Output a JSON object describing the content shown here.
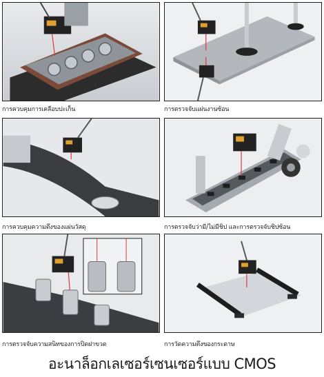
{
  "panels": [
    {
      "caption": "การควบคุมการเคลือบปะเก็น",
      "icon": "gasket-coating-scene"
    },
    {
      "caption": "การตรวจจับแผ่นงานซ้อน",
      "icon": "sheet-overlap-scene"
    },
    {
      "caption": "การควบคุมความตึงของแผ่นวัสดุ",
      "icon": "film-tension-scene"
    },
    {
      "caption": "การตรวจจับว่ามี/ไม่มีชิป และการตรวจจับชิปซ้อน",
      "icon": "chip-presence-scene"
    },
    {
      "caption": "การตรวจจับความสนิทของการปิดฝาขวด",
      "icon": "bottle-cap-scene"
    },
    {
      "caption": "การวัดความตึงของกระดาษ",
      "icon": "paper-tension-scene"
    }
  ],
  "footer": "อะนาล็อกเลเซอร์เซนเซอร์แบบ CMOS",
  "colors": {
    "laser": "#e0343a",
    "border": "#1e1e1e",
    "background": "#ffffff"
  }
}
